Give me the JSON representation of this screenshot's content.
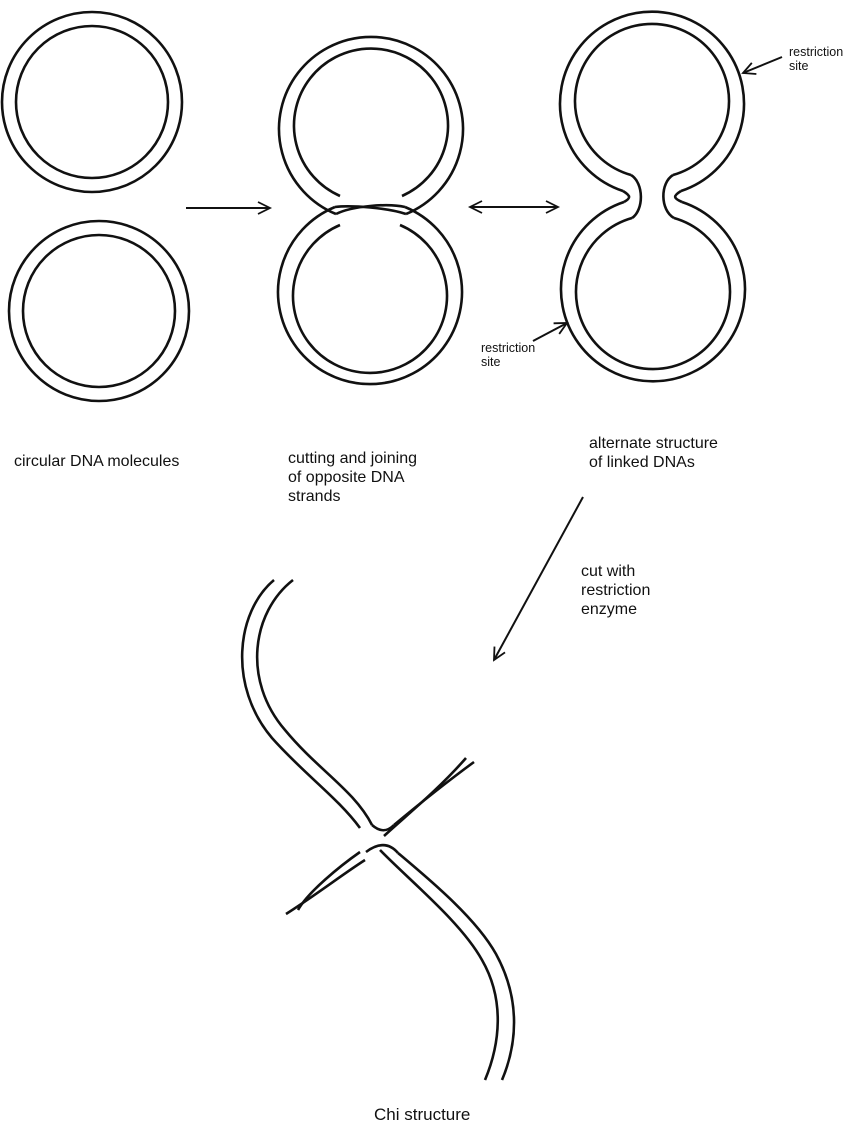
{
  "colors": {
    "line": "#111111",
    "background": "#ffffff"
  },
  "labels": {
    "circular": "circular DNA molecules",
    "cutting": "cutting and joining\nof opposite DNA\nstrands",
    "alternate": "alternate structure\nof linked DNAs",
    "restriction_site_top": "restriction\nsite",
    "restriction_site_bottom": "restriction\nsite",
    "cut_with": "cut with\nrestriction\nenzyme",
    "chi": "Chi structure"
  }
}
